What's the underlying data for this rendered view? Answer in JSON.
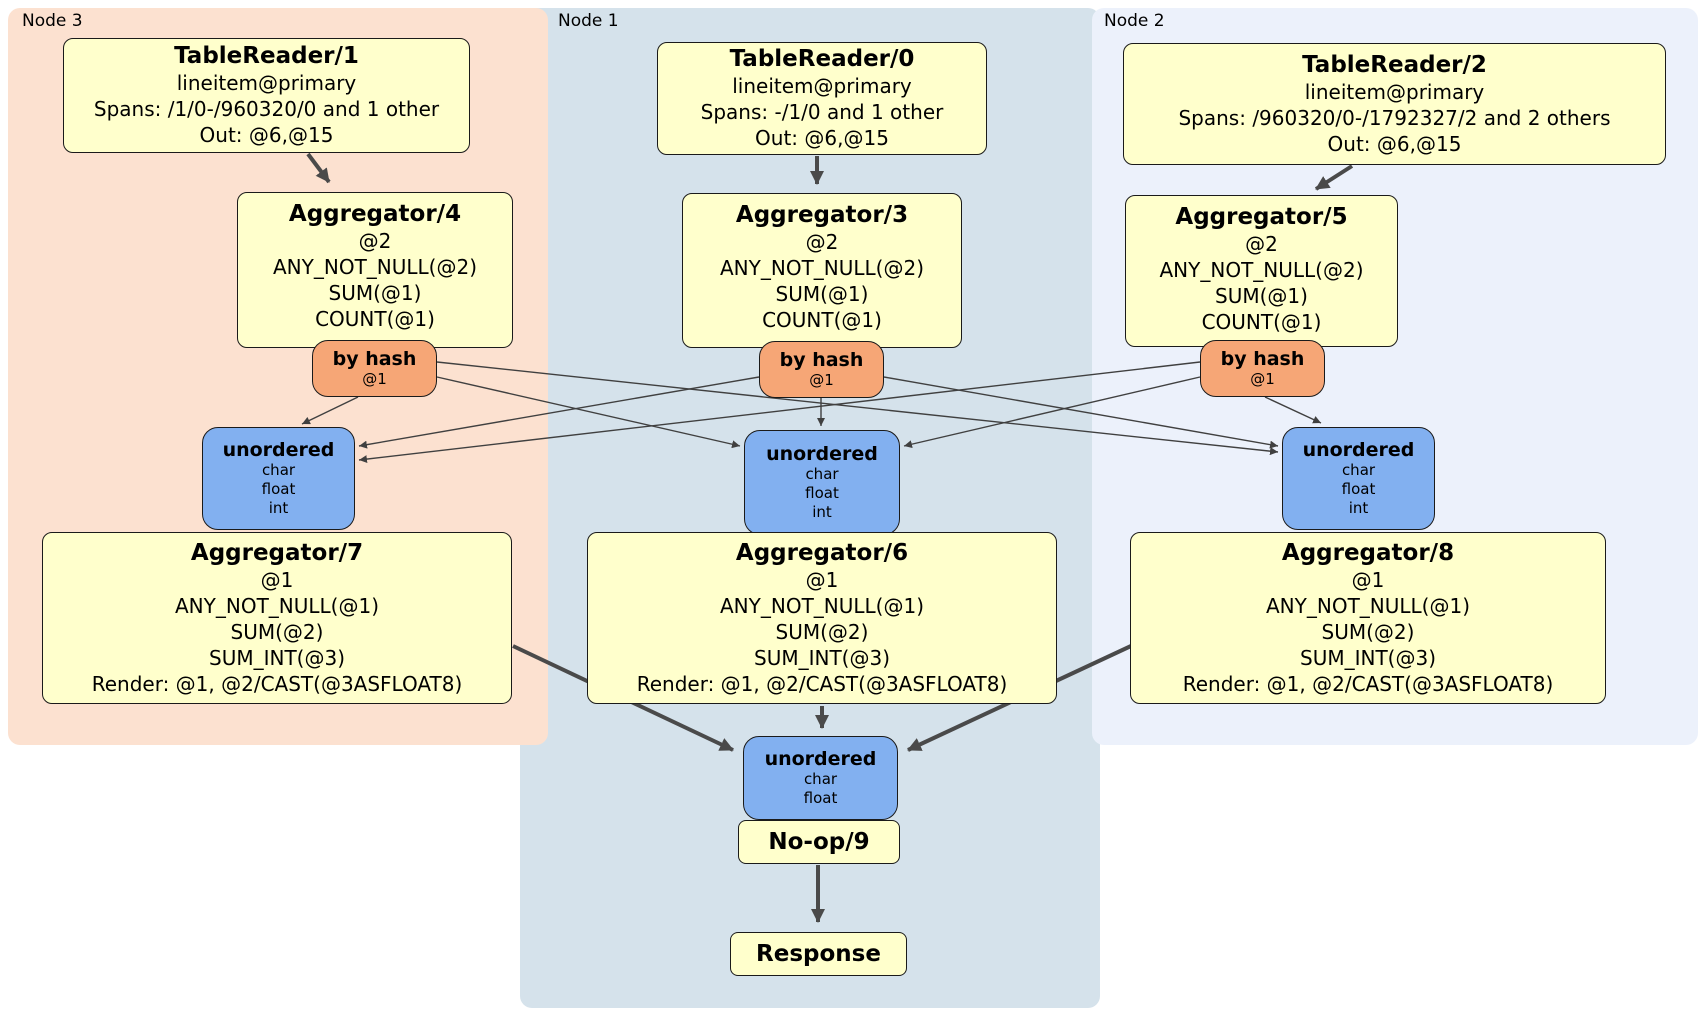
{
  "regions": {
    "node3": {
      "label": "Node 3",
      "color": "#fce1d0"
    },
    "node1": {
      "label": "Node 1",
      "color": "#d5e2eb"
    },
    "node2": {
      "label": "Node 2",
      "color": "#ecf1fb"
    }
  },
  "processors": {
    "tr1": {
      "title": "TableReader/1",
      "lines": [
        "lineitem@primary",
        "Spans: /1/0-/960320/0 and 1 other",
        "Out: @6,@15"
      ]
    },
    "tr0": {
      "title": "TableReader/0",
      "lines": [
        "lineitem@primary",
        "Spans: -/1/0 and 1 other",
        "Out: @6,@15"
      ]
    },
    "tr2": {
      "title": "TableReader/2",
      "lines": [
        "lineitem@primary",
        "Spans: /960320/0-/1792327/2 and 2 others",
        "Out: @6,@15"
      ]
    },
    "ag4": {
      "title": "Aggregator/4",
      "lines": [
        "@2",
        "ANY_NOT_NULL(@2)",
        "SUM(@1)",
        "COUNT(@1)"
      ]
    },
    "ag3": {
      "title": "Aggregator/3",
      "lines": [
        "@2",
        "ANY_NOT_NULL(@2)",
        "SUM(@1)",
        "COUNT(@1)"
      ]
    },
    "ag5": {
      "title": "Aggregator/5",
      "lines": [
        "@2",
        "ANY_NOT_NULL(@2)",
        "SUM(@1)",
        "COUNT(@1)"
      ]
    },
    "ag7": {
      "title": "Aggregator/7",
      "lines": [
        "@1",
        "ANY_NOT_NULL(@1)",
        "SUM(@2)",
        "SUM_INT(@3)",
        "Render: @1, @2/CAST(@3ASFLOAT8)"
      ]
    },
    "ag6": {
      "title": "Aggregator/6",
      "lines": [
        "@1",
        "ANY_NOT_NULL(@1)",
        "SUM(@2)",
        "SUM_INT(@3)",
        "Render: @1, @2/CAST(@3ASFLOAT8)"
      ]
    },
    "ag8": {
      "title": "Aggregator/8",
      "lines": [
        "@1",
        "ANY_NOT_NULL(@1)",
        "SUM(@2)",
        "SUM_INT(@3)",
        "Render: @1, @2/CAST(@3ASFLOAT8)"
      ]
    },
    "noop": {
      "title": "No-op/9"
    },
    "response": {
      "title": "Response"
    }
  },
  "routers": {
    "hash3": {
      "title": "by hash",
      "lines": [
        "@1"
      ]
    },
    "hash1": {
      "title": "by hash",
      "lines": [
        "@1"
      ]
    },
    "hash2": {
      "title": "by hash",
      "lines": [
        "@1"
      ]
    }
  },
  "syncs": {
    "unordered3": {
      "title": "unordered",
      "lines": [
        "char",
        "float",
        "int"
      ]
    },
    "unordered1": {
      "title": "unordered",
      "lines": [
        "char",
        "float",
        "int"
      ]
    },
    "unordered2": {
      "title": "unordered",
      "lines": [
        "char",
        "float",
        "int"
      ]
    },
    "unordered_final": {
      "title": "unordered",
      "lines": [
        "char",
        "float"
      ]
    }
  },
  "colors": {
    "processor_fill": "#ffffcc",
    "router_fill": "#f6a676",
    "sync_fill": "#82b0f0",
    "edge": "#4a4a4a"
  }
}
